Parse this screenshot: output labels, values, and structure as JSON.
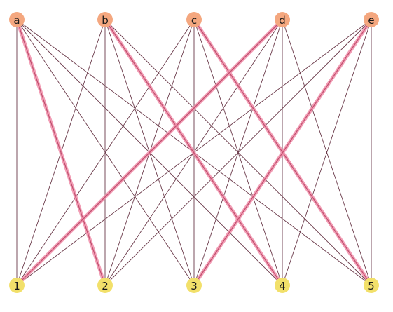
{
  "graph": {
    "type": "complete-bipartite",
    "top_nodes": [
      {
        "id": "a",
        "label": "a"
      },
      {
        "id": "b",
        "label": "b"
      },
      {
        "id": "c",
        "label": "c"
      },
      {
        "id": "d",
        "label": "d"
      },
      {
        "id": "e",
        "label": "e"
      }
    ],
    "bottom_nodes": [
      {
        "id": "1",
        "label": "1"
      },
      {
        "id": "2",
        "label": "2"
      },
      {
        "id": "3",
        "label": "3"
      },
      {
        "id": "4",
        "label": "4"
      },
      {
        "id": "5",
        "label": "5"
      }
    ],
    "highlighted_edges": [
      [
        "a",
        "2"
      ],
      [
        "b",
        "4"
      ],
      [
        "c",
        "5"
      ],
      [
        "d",
        "1"
      ],
      [
        "e",
        "3"
      ]
    ],
    "colors": {
      "top_node_fill": "#f4a77f",
      "bottom_node_fill": "#f2e06a",
      "edge": "#6b3a4a",
      "highlight_glow": "#f08ca8",
      "highlight_core": "#c0506e"
    }
  }
}
